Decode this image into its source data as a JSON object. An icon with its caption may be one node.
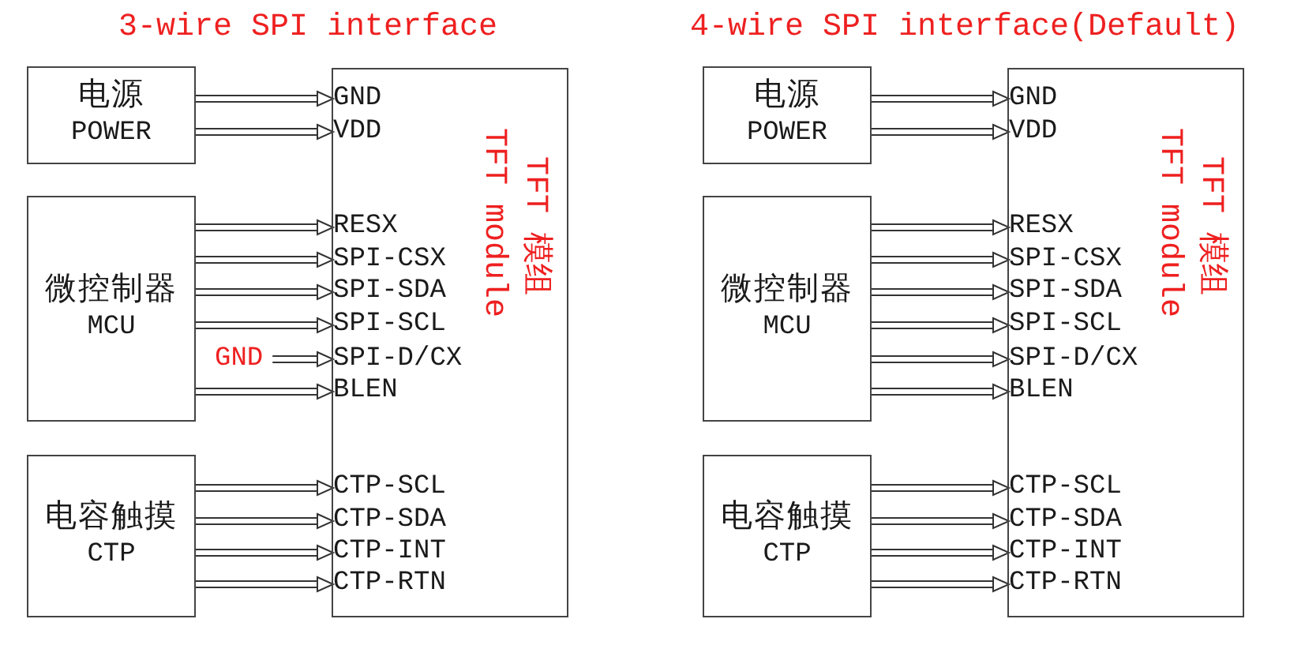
{
  "diagram": {
    "nodes": [
      {
        "text": [
          "电源",
          "POWER"
        ]
      },
      {
        "text": [
          "微控制器",
          "MCU"
        ]
      },
      {
        "text": [
          "电容触摸",
          "CTP"
        ]
      },
      {
        "text": [
          "GND"
        ]
      },
      {
        "text": [
          "TFT 模组",
          "TFT module"
        ]
      },
      {
        "text": [
          "GND"
        ],
        "in": 4
      },
      {
        "text": [
          "VDD"
        ],
        "in": 4
      },
      {
        "text": [
          "RESX"
        ],
        "in": 4
      },
      {
        "text": [
          "SPI-CSX"
        ],
        "in": 4
      },
      {
        "text": [
          "SPI-SDA"
        ],
        "in": 4
      },
      {
        "text": [
          "SPI-SCL"
        ],
        "in": 4
      },
      {
        "text": [
          "SPI-D/CX"
        ],
        "in": 4
      },
      {
        "text": [
          "BLEN"
        ],
        "in": 4
      },
      {
        "text": [
          "CTP-SCL"
        ],
        "in": 4
      },
      {
        "text": [
          "CTP-SDA"
        ],
        "in": 4
      },
      {
        "text": [
          "CTP-INT"
        ],
        "in": 4
      },
      {
        "text": [
          "CTP-RTN"
        ],
        "in": 4
      },
      {
        "text": [
          "电源",
          "POWER"
        ]
      },
      {
        "text": [
          "微控制器",
          "MCU"
        ]
      },
      {
        "text": [
          "电容触摸",
          "CTP"
        ]
      },
      {
        "text": [
          "TFT 模组",
          "TFT module"
        ]
      },
      {
        "text": [
          "GND"
        ],
        "in": 20
      },
      {
        "text": [
          "VDD"
        ],
        "in": 20
      },
      {
        "text": [
          "RESX"
        ],
        "in": 20
      },
      {
        "text": [
          "SPI-CSX"
        ],
        "in": 20
      },
      {
        "text": [
          "SPI-SDA"
        ],
        "in": 20
      },
      {
        "text": [
          "SPI-SCL"
        ],
        "in": 20
      },
      {
        "text": [
          "SPI-D/CX"
        ],
        "in": 20
      },
      {
        "text": [
          "BLEN"
        ],
        "in": 20
      },
      {
        "text": [
          "CTP-SCL"
        ],
        "in": 20
      },
      {
        "text": [
          "CTP-SDA"
        ],
        "in": 20
      },
      {
        "text": [
          "CTP-INT"
        ],
        "in": 20
      },
      {
        "text": [
          "CTP-RTN"
        ],
        "in": 20
      }
    ],
    "edges": [
      {
        "from": 0,
        "to": 5,
        "arrow": "to"
      },
      {
        "from": 0,
        "to": 6,
        "arrow": "to"
      },
      {
        "from": 1,
        "to": 7,
        "arrow": "to"
      },
      {
        "from": 1,
        "to": 8,
        "arrow": "to"
      },
      {
        "from": 1,
        "to": 9,
        "arrow": "to"
      },
      {
        "from": 1,
        "to": 10,
        "arrow": "to"
      },
      {
        "from": 3,
        "to": 11,
        "arrow": "to"
      },
      {
        "from": 1,
        "to": 12,
        "arrow": "to"
      },
      {
        "from": 2,
        "to": 13,
        "arrow": "to"
      },
      {
        "from": 2,
        "to": 14,
        "arrow": "to"
      },
      {
        "from": 2,
        "to": 15,
        "arrow": "to"
      },
      {
        "from": 2,
        "to": 16,
        "arrow": "to"
      },
      {
        "from": 17,
        "to": 21,
        "arrow": "to"
      },
      {
        "from": 17,
        "to": 22,
        "arrow": "to"
      },
      {
        "from": 18,
        "to": 23,
        "arrow": "to"
      },
      {
        "from": 18,
        "to": 24,
        "arrow": "to"
      },
      {
        "from": 18,
        "to": 25,
        "arrow": "to"
      },
      {
        "from": 18,
        "to": 26,
        "arrow": "to"
      },
      {
        "from": 18,
        "to": 27,
        "arrow": "to"
      },
      {
        "from": 18,
        "to": 28,
        "arrow": "to"
      },
      {
        "from": 19,
        "to": 29,
        "arrow": "to"
      },
      {
        "from": 19,
        "to": 30,
        "arrow": "to"
      },
      {
        "from": 19,
        "to": 31,
        "arrow": "to"
      },
      {
        "from": 19,
        "to": 32,
        "arrow": "to"
      }
    ],
    "labels": [
      "3-wire SPI interface",
      "4-wire SPI interface(Default)"
    ]
  }
}
